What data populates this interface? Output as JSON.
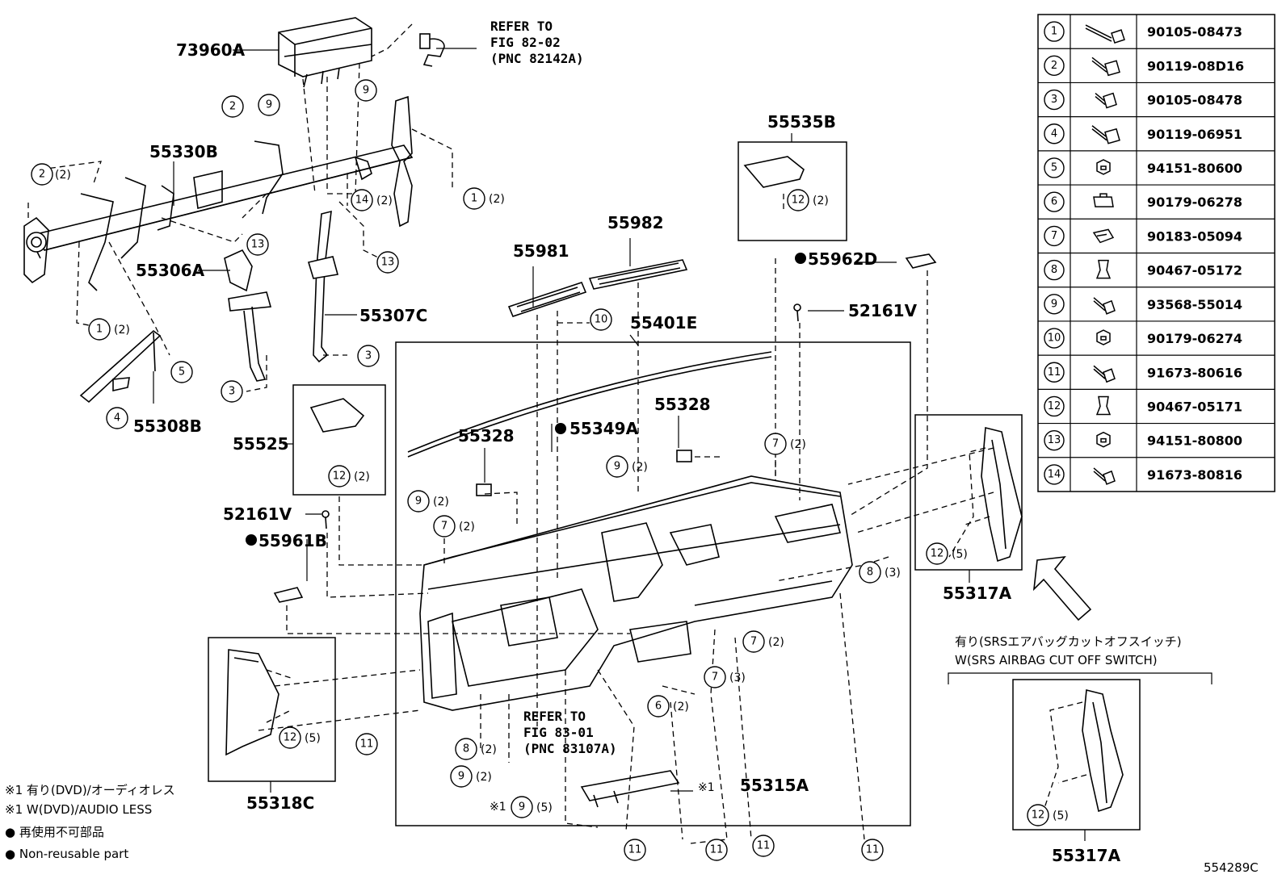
{
  "diagram_id": "554289C",
  "parts": {
    "p73960A": "73960A",
    "p55330B": "55330B",
    "p55306A": "55306A",
    "p55307C": "55307C",
    "p55308B": "55308B",
    "p55981": "55981",
    "p55982": "55982",
    "p55535B": "55535B",
    "p55962D": "55962D",
    "p52161V_a": "52161V",
    "p52161V_b": "52161V",
    "p55401E": "55401E",
    "p55328_a": "55328",
    "p55328_b": "55328",
    "p55349A": "55349A",
    "p55525": "55525",
    "p55961B": "55961B",
    "p55317A_a": "55317A",
    "p55317A_b": "55317A",
    "p55318C": "55318C",
    "p55315A": "55315A"
  },
  "refs": {
    "r1_l1": "REFER TO",
    "r1_l2": "FIG 82-02",
    "r1_l3": "(PNC 82142A)",
    "r2_l1": "REFER TO",
    "r2_l2": "FIG 83-01",
    "r2_l3": "(PNC 83107A)"
  },
  "callouts": {
    "c9a": "9",
    "c9b": "9",
    "c2a": "2",
    "c2b": "2",
    "q2b": "(2)",
    "c14": "14",
    "q14": "(2)",
    "c1a": "1",
    "q1a": "(2)",
    "c13a": "13",
    "c13b": "13",
    "c1b": "1",
    "q1b": "(2)",
    "c5": "5",
    "c4": "4",
    "c3a": "3",
    "c3b": "3",
    "c10": "10",
    "c12a": "12",
    "q12a": "(2)",
    "c12b": "12",
    "q12b": "(2)",
    "c9c": "9",
    "q9c": "(2)",
    "c7a": "7",
    "q7a": "(2)",
    "c9d": "9",
    "q9d": "(2)",
    "c7b": "7",
    "q7b": "(2)",
    "c8a": "8",
    "q8a": "(3)",
    "c12c": "12",
    "q12c": "(5)",
    "c7c": "7",
    "q7c": "(2)",
    "c7d": "7",
    "q7d": "(3)",
    "c6": "6",
    "q6": "(2)",
    "c12d": "12",
    "q12d": "(5)",
    "c11a": "11",
    "c8b": "8",
    "q8b": "(2)",
    "c9e": "9",
    "q9e": "(2)",
    "c9f": "9",
    "q9f": "(5)",
    "m9f": "※1",
    "m55315A": "※1",
    "c11b": "11",
    "c11c": "11",
    "c11d": "11",
    "c11e": "11",
    "c12e": "12",
    "q12e": "(5)"
  },
  "fastener_table": [
    {
      "no": "1",
      "code": "90105-08473",
      "icon": "bolt-long-icon"
    },
    {
      "no": "2",
      "code": "90119-08D16",
      "icon": "bolt-washer-icon"
    },
    {
      "no": "3",
      "code": "90105-08478",
      "icon": "bolt-short-icon"
    },
    {
      "no": "4",
      "code": "90119-06951",
      "icon": "bolt-washer-icon"
    },
    {
      "no": "5",
      "code": "94151-80600",
      "icon": "nut-icon"
    },
    {
      "no": "6",
      "code": "90179-06278",
      "icon": "clip-nut-icon"
    },
    {
      "no": "7",
      "code": "90183-05094",
      "icon": "spring-clip-icon"
    },
    {
      "no": "8",
      "code": "90467-05172",
      "icon": "push-clip-icon"
    },
    {
      "no": "9",
      "code": "93568-55014",
      "icon": "screw-icon"
    },
    {
      "no": "10",
      "code": "90179-06274",
      "icon": "nut-icon"
    },
    {
      "no": "11",
      "code": "91673-80616",
      "icon": "screw-icon"
    },
    {
      "no": "12",
      "code": "90467-05171",
      "icon": "push-clip-icon"
    },
    {
      "no": "13",
      "code": "94151-80800",
      "icon": "nut-icon"
    },
    {
      "no": "14",
      "code": "91673-80816",
      "icon": "screw-icon"
    }
  ],
  "airbag_label_jp": "有り(SRSエアバッグカットオフスイッチ)",
  "airbag_label_en": "W(SRS AIRBAG CUT OFF SWITCH)",
  "legend": {
    "l1": "※1 有り(DVD)/オーディオレス",
    "l2": "※1 W(DVD)/AUDIO LESS",
    "l3": "● 再使用不可部品",
    "l4": "● Non-reusable part"
  }
}
